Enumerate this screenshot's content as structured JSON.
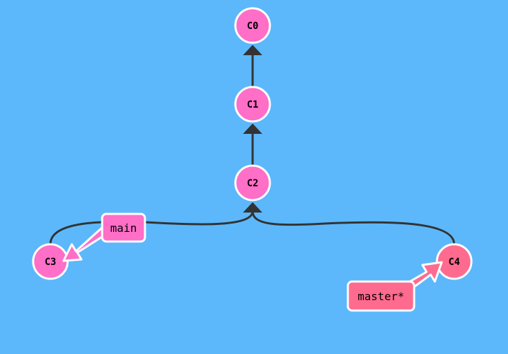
{
  "colors": {
    "background": "#5cb8fb",
    "commit_main_fill": "#ff6ec7",
    "commit_master_fill": "#ff6b8f",
    "node_stroke": "#ffffff",
    "edge": "#333333",
    "ref_main_fill": "#ff6ec7",
    "ref_master_fill": "#ff6b8f"
  },
  "commits": {
    "c0": "C0",
    "c1": "C1",
    "c2": "C2",
    "c3": "C3",
    "c4": "C4"
  },
  "refs": {
    "main": "main",
    "master": "master*"
  }
}
